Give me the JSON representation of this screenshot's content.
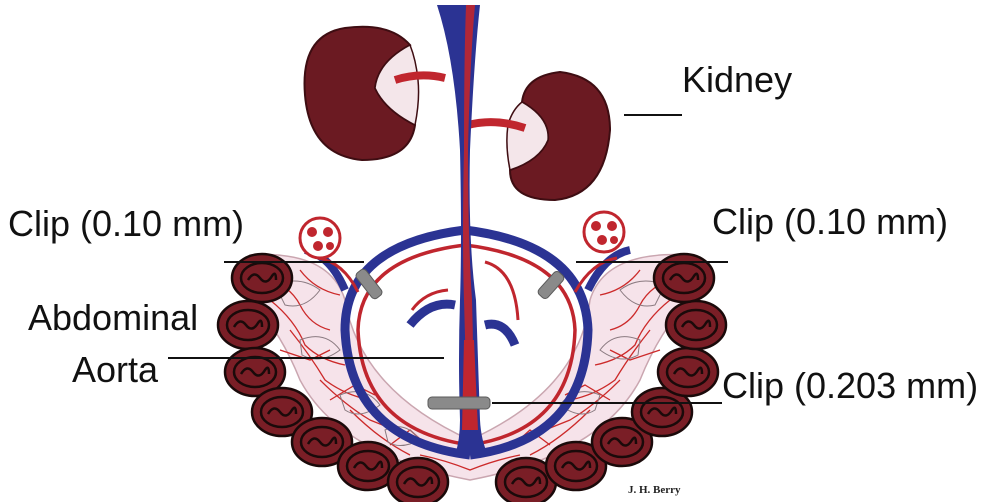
{
  "labels": {
    "kidney": "Kidney",
    "clip_left": "Clip (0.10 mm)",
    "clip_right": "Clip (0.10 mm)",
    "abdominal_line1": "Abdominal",
    "abdominal_line2": "Aorta",
    "clip_bottom": "Clip (0.203 mm)",
    "credit": "J. H. Berry"
  },
  "colors": {
    "kidney": "#6b1a22",
    "kidney_hilum": "#f4e6ea",
    "artery": "#c0262e",
    "vein": "#2b3393",
    "clip": "#8a8a8a",
    "intestine": "#7a1e26",
    "intestine_coil": "#1a0a0a",
    "mesentery": "#f6e3ea",
    "mesentery_vessels": "#cc2a2a"
  }
}
